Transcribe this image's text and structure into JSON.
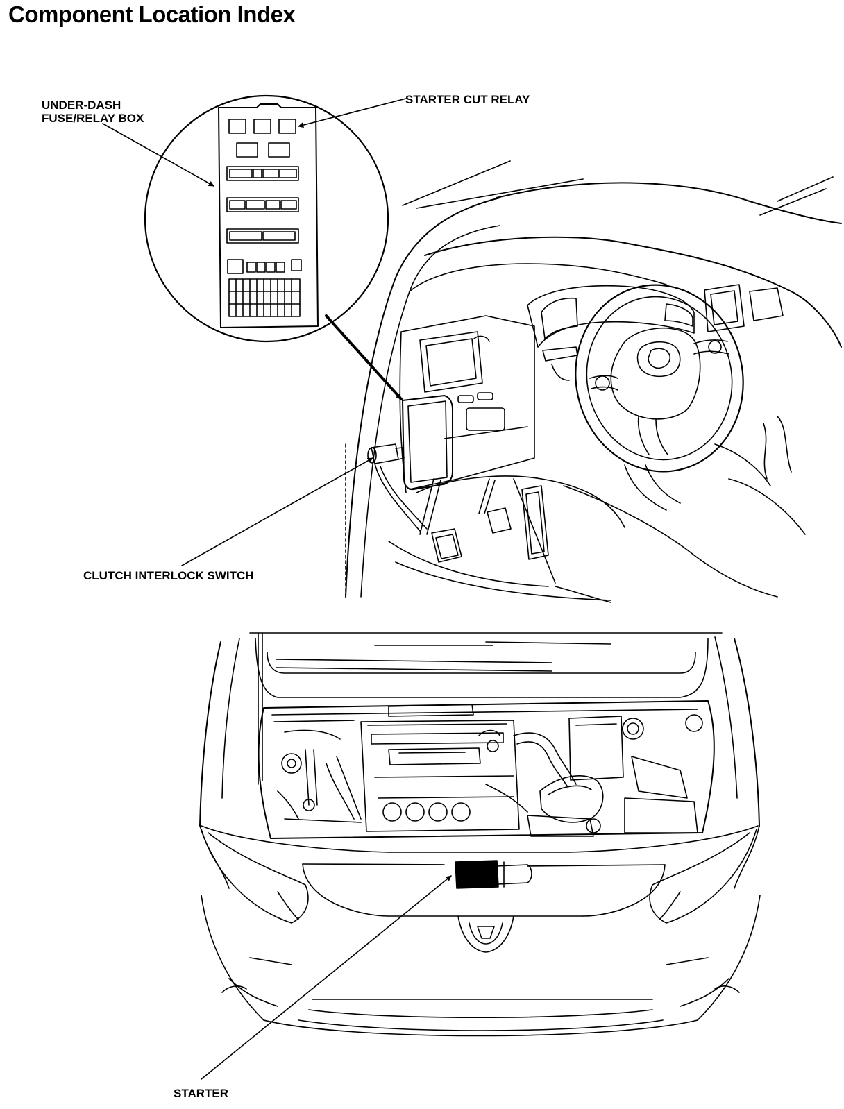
{
  "page": {
    "title": "Component Location Index"
  },
  "callouts": {
    "fuse_box_line1": "UNDER-DASH",
    "fuse_box_line2": "FUSE/RELAY BOX",
    "starter_cut_relay": "STARTER CUT RELAY",
    "clutch_interlock_switch": "CLUTCH INTERLOCK SWITCH",
    "starter": "STARTER"
  },
  "colors": {
    "ink": "#000000",
    "paper": "#ffffff"
  }
}
